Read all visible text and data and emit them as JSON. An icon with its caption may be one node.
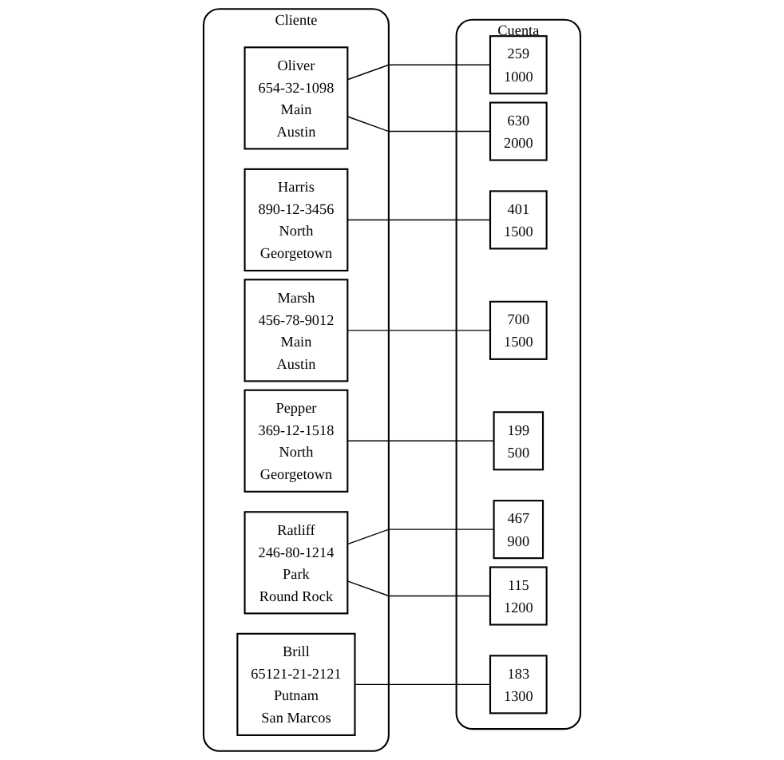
{
  "diagram": {
    "nodes": [
      {
        "text": [
          "Cliente"
        ]
      },
      {
        "text": [
          "Oliver",
          "654-32-1098",
          "Main",
          "Austin"
        ],
        "in": 0
      },
      {
        "text": [
          "Harris",
          "890-12-3456",
          "North",
          "Georgetown"
        ],
        "in": 0
      },
      {
        "text": [
          "Marsh",
          "456-78-9012",
          "Main",
          "Austin"
        ],
        "in": 0
      },
      {
        "text": [
          "Pepper",
          "369-12-1518",
          "North",
          "Georgetown"
        ],
        "in": 0
      },
      {
        "text": [
          "Ratliff",
          "246-80-1214",
          "Park",
          "Round Rock"
        ],
        "in": 0
      },
      {
        "text": [
          "Brill",
          "65121-21-2121",
          "Putnam",
          "San Marcos"
        ],
        "in": 0
      },
      {
        "text": [
          "Cuenta"
        ]
      },
      {
        "text": [
          "259",
          "1000"
        ],
        "in": 7
      },
      {
        "text": [
          "630",
          "2000"
        ],
        "in": 7
      },
      {
        "text": [
          "401",
          "1500"
        ],
        "in": 7
      },
      {
        "text": [
          "700",
          "1500"
        ],
        "in": 7
      },
      {
        "text": [
          "199",
          "500"
        ],
        "in": 7
      },
      {
        "text": [
          "467",
          "900"
        ],
        "in": 7
      },
      {
        "text": [
          "115",
          "1200"
        ],
        "in": 7
      },
      {
        "text": [
          "183",
          "1300"
        ],
        "in": 7
      }
    ],
    "edges": [
      {
        "from": 1,
        "to": 8,
        "arrow": "none"
      },
      {
        "from": 1,
        "to": 9,
        "arrow": "none"
      },
      {
        "from": 2,
        "to": 10,
        "arrow": "none"
      },
      {
        "from": 3,
        "to": 11,
        "arrow": "none"
      },
      {
        "from": 4,
        "to": 12,
        "arrow": "none"
      },
      {
        "from": 5,
        "to": 13,
        "arrow": "none"
      },
      {
        "from": 5,
        "to": 14,
        "arrow": "none"
      },
      {
        "from": 6,
        "to": 15,
        "arrow": "none"
      }
    ]
  }
}
